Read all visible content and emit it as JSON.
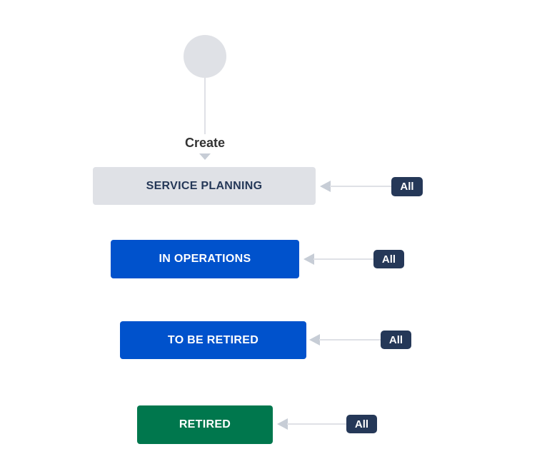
{
  "workflow": {
    "start": {
      "transition_label": "Create"
    },
    "statuses": [
      {
        "label": "SERVICE PLANNING",
        "bg": "#dfe1e6",
        "text_color": "#253858",
        "incoming": {
          "label": "All"
        }
      },
      {
        "label": "IN OPERATIONS",
        "bg": "#0052cc",
        "text_color": "#ffffff",
        "incoming": {
          "label": "All"
        }
      },
      {
        "label": "TO BE RETIRED",
        "bg": "#0052cc",
        "text_color": "#ffffff",
        "incoming": {
          "label": "All"
        }
      },
      {
        "label": "RETIRED",
        "bg": "#00774d",
        "text_color": "#ffffff",
        "incoming": {
          "label": "All"
        }
      }
    ],
    "badge": {
      "bg": "#253858",
      "text_color": "#ffffff"
    },
    "colors": {
      "start_node": "#dfe1e6",
      "connector_line": "#dfe1e6",
      "arrowhead": "#c7cdd6",
      "create_label_text": "#333333"
    }
  }
}
